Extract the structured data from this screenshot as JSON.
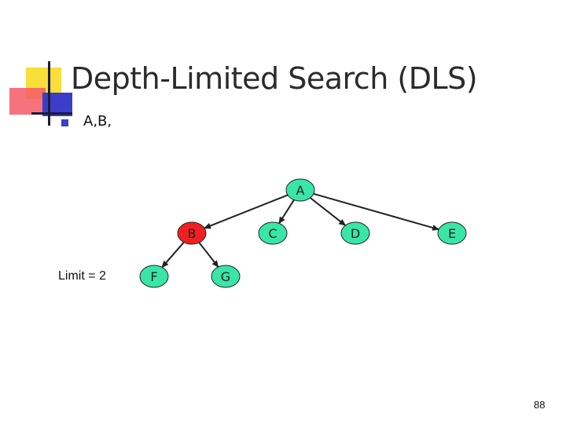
{
  "slide": {
    "title": "Depth-Limited Search (DLS)",
    "bullet": "A,B,",
    "limit_label": "Limit = 2",
    "page_number": "88"
  },
  "colors": {
    "node_default": "#39e6a8",
    "node_current": "#f02020",
    "node_stroke": "#222222",
    "edge": "#222222",
    "accent_blue": "#3a3ec8",
    "accent_yellow": "#f8df3a",
    "accent_red": "#f45a66"
  },
  "tree": {
    "nodes": [
      {
        "id": "A",
        "label": "A",
        "state": "default"
      },
      {
        "id": "B",
        "label": "B",
        "state": "current"
      },
      {
        "id": "C",
        "label": "C",
        "state": "default"
      },
      {
        "id": "D",
        "label": "D",
        "state": "default"
      },
      {
        "id": "E",
        "label": "E",
        "state": "default"
      },
      {
        "id": "F",
        "label": "F",
        "state": "default"
      },
      {
        "id": "G",
        "label": "G",
        "state": "default"
      }
    ],
    "edges": [
      {
        "from": "A",
        "to": "B"
      },
      {
        "from": "A",
        "to": "C"
      },
      {
        "from": "A",
        "to": "D"
      },
      {
        "from": "A",
        "to": "E"
      },
      {
        "from": "B",
        "to": "F"
      },
      {
        "from": "B",
        "to": "G"
      }
    ]
  }
}
